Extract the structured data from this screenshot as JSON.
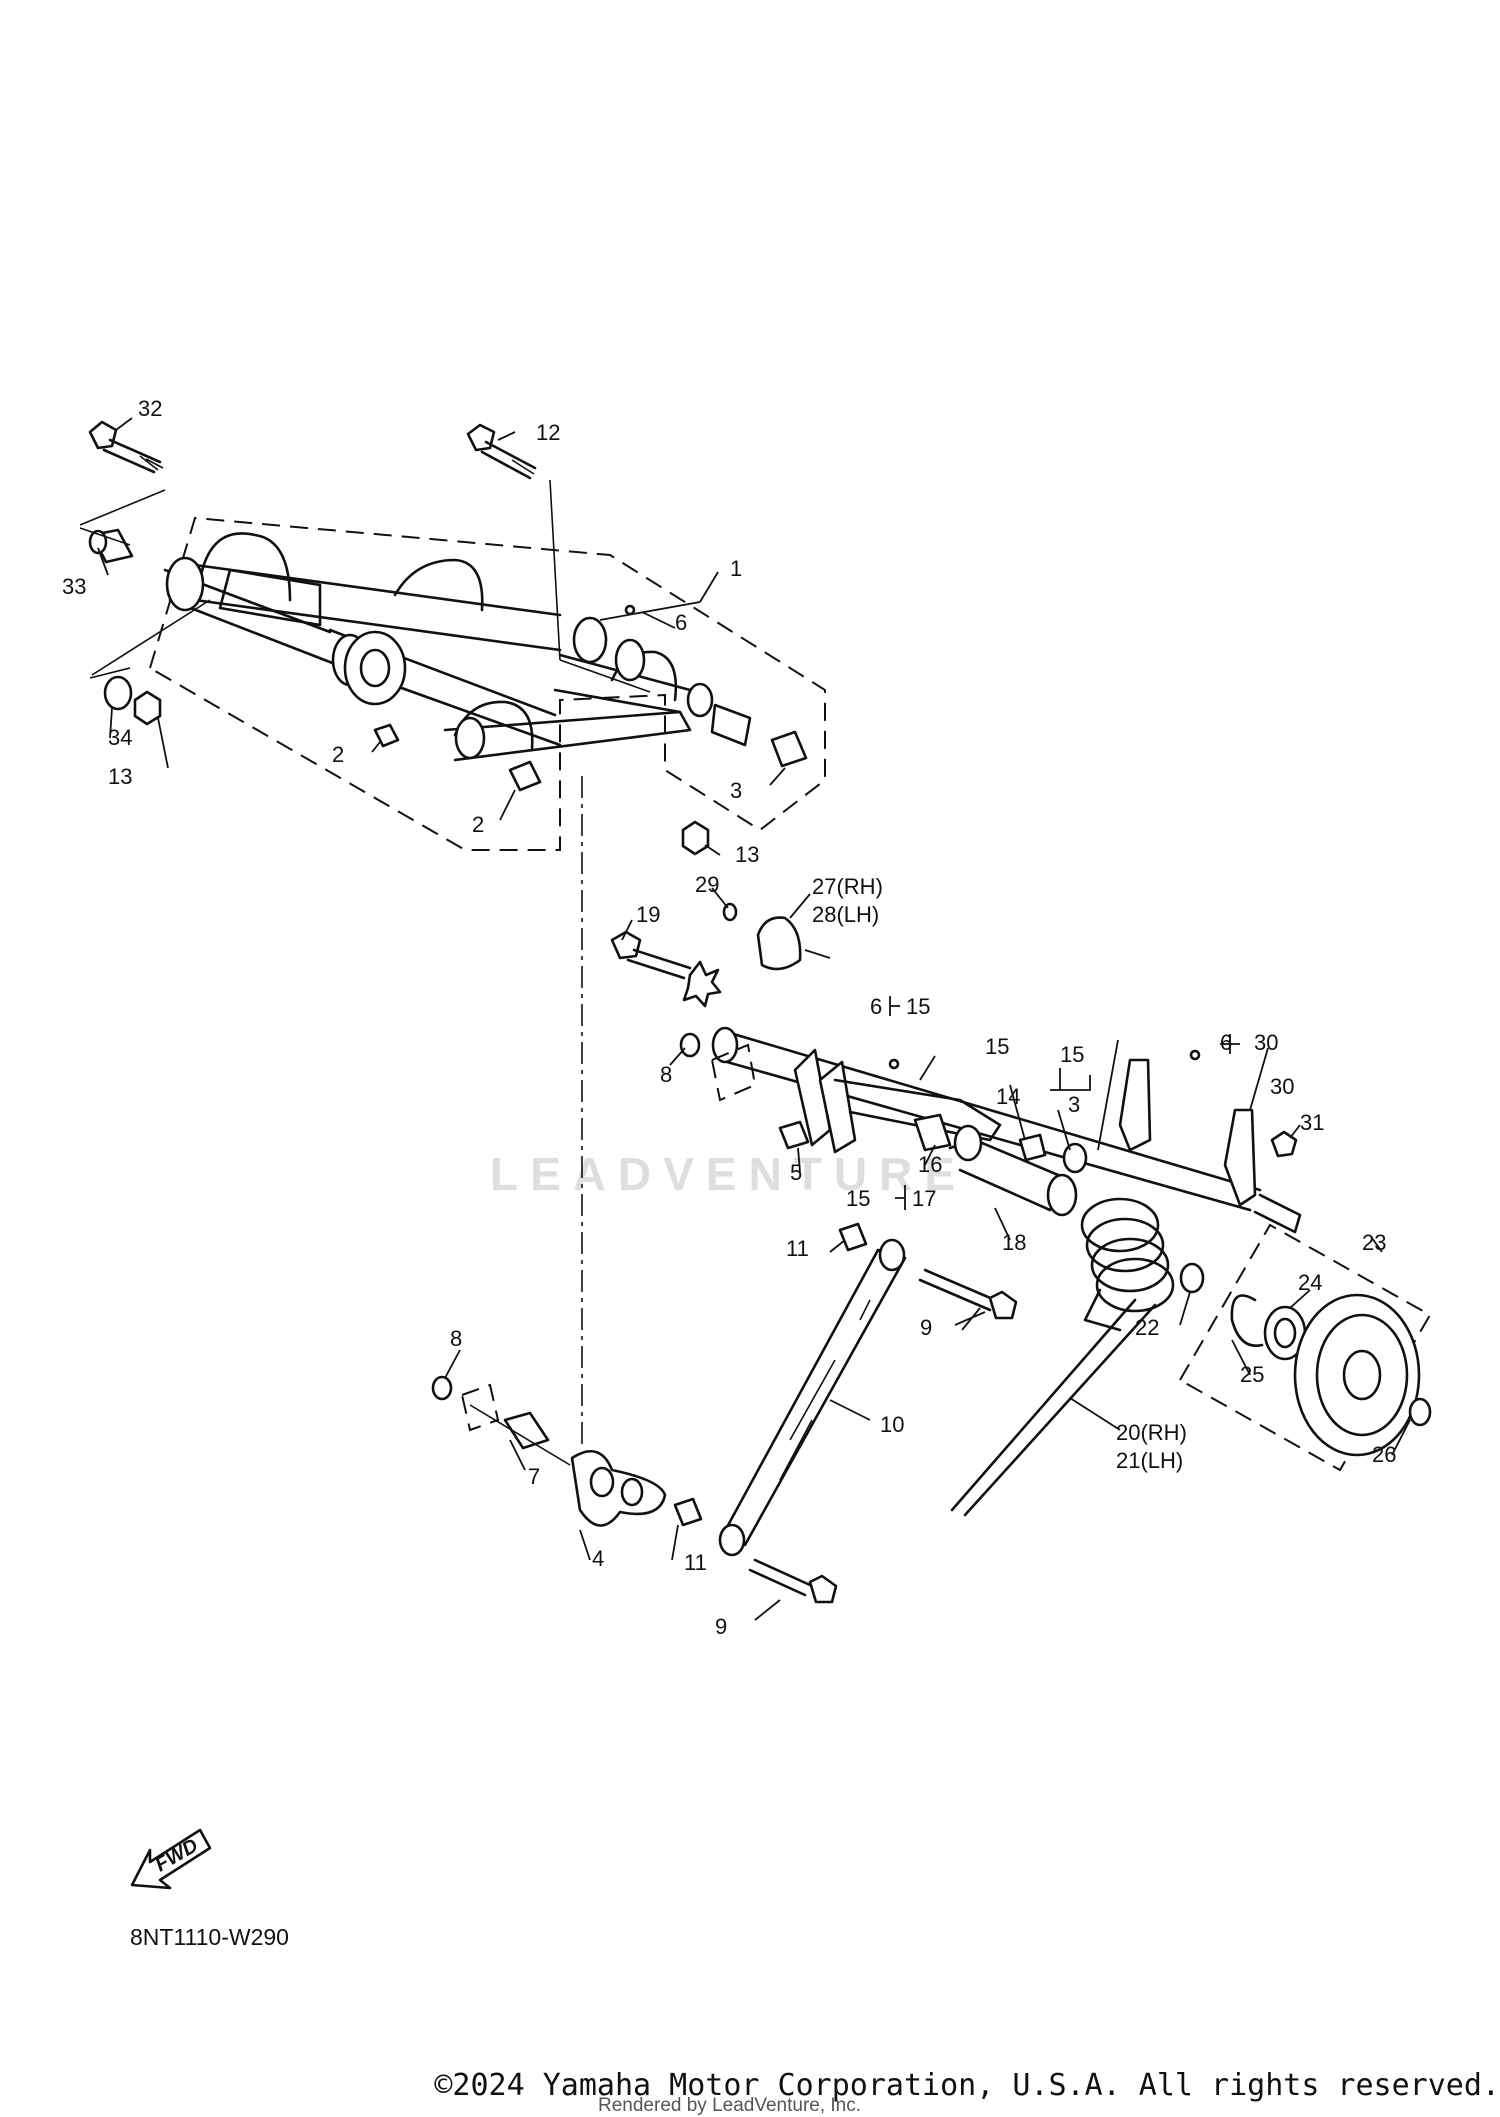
{
  "diagram": {
    "code": "8NT1110-W290",
    "copyright": "©2024 Yamaha Motor Corporation, U.S.A. All rights reserved.",
    "rendered_by": "Rendered by LeadVenture, Inc.",
    "watermark": "LEADVENTURE",
    "fwd_label": "FWD",
    "callouts": {
      "c1": "1",
      "c2a": "2",
      "c2b": "2",
      "c3a": "3",
      "c3b": "3",
      "c4": "4",
      "c5": "5",
      "c6a": "6",
      "c6b": "6",
      "c6c": "6",
      "c7": "7",
      "c8a": "8",
      "c8b": "8",
      "c9a": "9",
      "c9b": "9",
      "c10": "10",
      "c11a": "11",
      "c11b": "11",
      "c12": "12",
      "c13a": "13",
      "c13b": "13",
      "c14": "14",
      "c15a": "15",
      "c15b": "15",
      "c15c": "15",
      "c15d": "15",
      "c16": "16",
      "c17": "17",
      "c18": "18",
      "c19": "19",
      "c20": "20(RH)",
      "c21": "21(LH)",
      "c22": "22",
      "c23": "23",
      "c24": "24",
      "c25": "25",
      "c26": "26",
      "c27": "27(RH)",
      "c28": "28(LH)",
      "c29": "29",
      "c30a": "30",
      "c30b": "30",
      "c31": "31",
      "c32": "32",
      "c33": "33",
      "c34": "34"
    }
  }
}
